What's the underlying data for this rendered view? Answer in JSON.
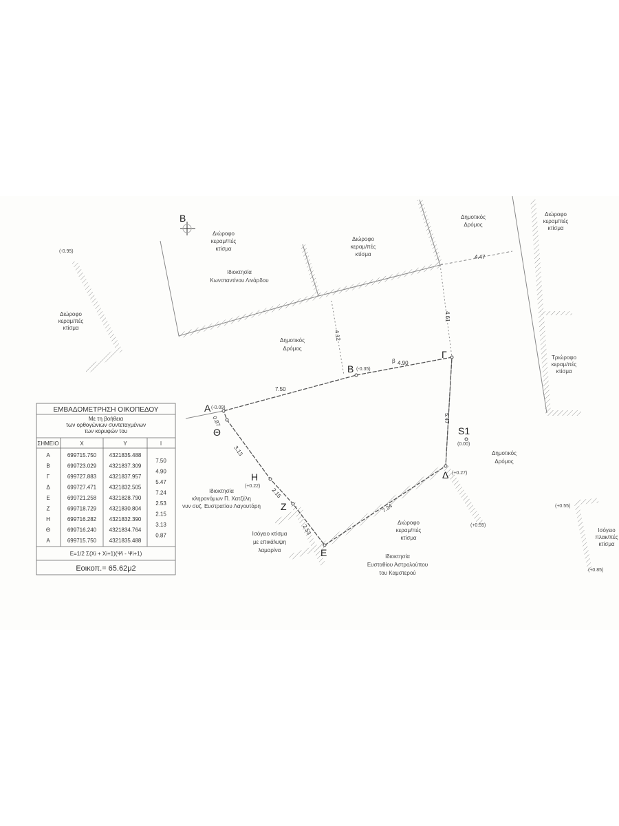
{
  "north_label": "Β",
  "labels": {
    "bldg_nw": [
      "Διώροφο",
      "κεραμ/πές",
      "κτίσμα"
    ],
    "bldg_n": [
      "Διώροφο",
      "κεραμ/πές",
      "κτίσμα"
    ],
    "owner_n": [
      "Ιδιοκτησία",
      "Κωνσταντίνου Λινάρδου"
    ],
    "road_ne": [
      "Δημοτικός",
      "Δρόμος"
    ],
    "bldg_far_ne": [
      "Διώροφο",
      "κεραμ/πές",
      "κτίσμα"
    ],
    "road_mid": [
      "Δημοτικός",
      "Δρόμος"
    ],
    "bldg_w": [
      "Διώροφο",
      "κεραμ/πές",
      "κτίσμα"
    ],
    "bldg_e": [
      "Τριώροφο",
      "κεραμ/πές",
      "κτίσμα"
    ],
    "road_e": [
      "Δημοτικός",
      "Δρόμος"
    ],
    "owner_sw": [
      "Ιδιοκτησία",
      "κληρονόμων Π. Χατζέλη",
      "νυν συζ. Ευστρατίου Λαγουτάρη"
    ],
    "bldg_s1": [
      "Ισόγειο κτίσμα",
      "με επικάλυψη",
      "λαμαρίνα"
    ],
    "bldg_s2": [
      "Διώροφο",
      "κεραμ/πές",
      "κτίσμα"
    ],
    "owner_s": [
      "Ιδιοκτησία",
      "Ευσταθίου Αστρολούπου",
      "του Καμστερού"
    ],
    "bldg_se": [
      "Ισόγειο",
      "πλακ/πές",
      "κτίσμα"
    ]
  },
  "points": {
    "A": "Α",
    "B": "Β",
    "G": "Γ",
    "D": "Δ",
    "E": "Ε",
    "Z": "Ζ",
    "H": "Η",
    "TH": "Θ",
    "S1": "S1",
    "beta": "β"
  },
  "elevations": {
    "A": "(-0.09)",
    "B": "(-0.35)",
    "D": "(+0.27)",
    "H": "(+0.22)",
    "S1": "(0.00)",
    "D2": "(+0.55)",
    "w": "(-0.95)",
    "se1": "(+0.55)",
    "se2": "(+0.85)"
  },
  "dimensions": {
    "AB": "7.50",
    "BG": "4.90",
    "GD": "5.47",
    "DE": "7.24",
    "EZ": "2.53",
    "ZH": "2.15",
    "HTH": "3.13",
    "THA": "0.87",
    "d412": "4.12",
    "d461": "4.61",
    "d447": "4.47"
  },
  "table": {
    "title": "ΕΜΒΑΔΟΜΕΤΡΗΣΗ ΟΙΚΟΠΕΔΟΥ",
    "subtitle": [
      "Με τη βοήθεια",
      "των ορθογώνιων συντεταγμένων",
      "των κορυφών του"
    ],
    "headers": [
      "ΣΗΜΕΙΟ",
      "Χ",
      "Υ",
      "l"
    ],
    "rows": [
      [
        "Α",
        "699715.750",
        "4321835.488"
      ],
      [
        "Β",
        "699723.029",
        "4321837.309"
      ],
      [
        "Γ",
        "699727.883",
        "4321837.957"
      ],
      [
        "Δ",
        "699727.471",
        "4321832.505"
      ],
      [
        "Ε",
        "699721.258",
        "4321828.790"
      ],
      [
        "Ζ",
        "699718.729",
        "4321830.804"
      ],
      [
        "Η",
        "699716.282",
        "4321832.390"
      ],
      [
        "Θ",
        "699716.240",
        "4321834.764"
      ],
      [
        "Α",
        "699715.750",
        "4321835.488"
      ]
    ],
    "lengths": [
      "7.50",
      "4.90",
      "5.47",
      "7.24",
      "2.53",
      "2.15",
      "3.13",
      "0.87"
    ],
    "formula": "E=1/2 Σ(Xi + Xi+1)(Ψi - Ψi+1)",
    "area": "Εοικοπ.= 65.62μ2"
  }
}
